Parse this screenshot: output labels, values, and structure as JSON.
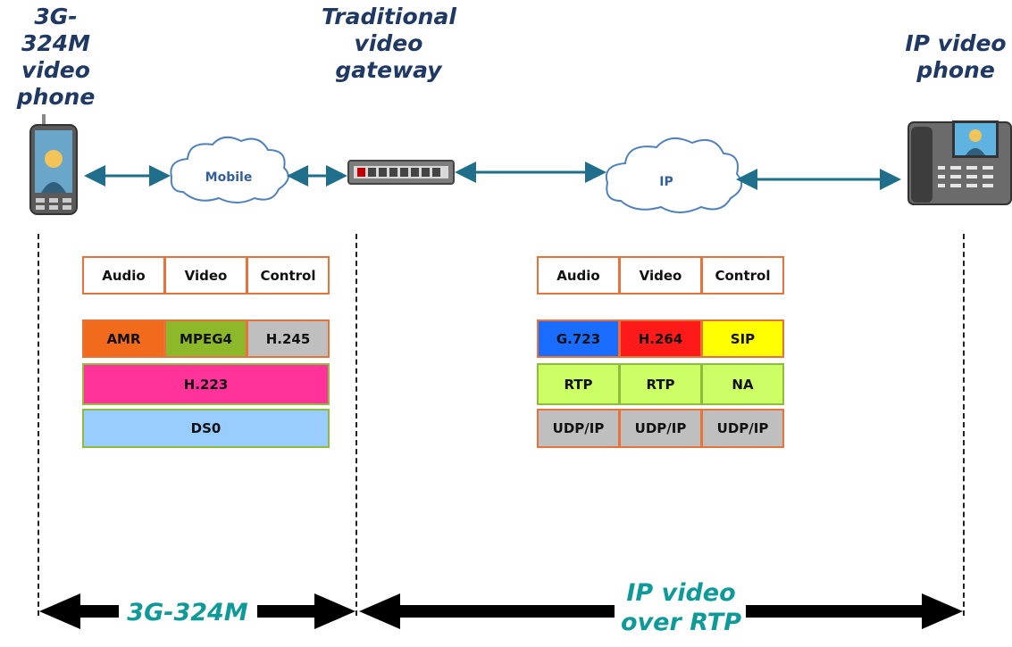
{
  "titles": {
    "mobile_phone": "3G-324M\nvideo\nphone",
    "gateway": "Traditional\nvideo\ngateway",
    "ip_phone": "IP video\nphone"
  },
  "clouds": {
    "mobile": "Mobile",
    "ip": "IP"
  },
  "left_stack": {
    "headers": [
      "Audio",
      "Video",
      "Control"
    ],
    "row1": [
      "AMR",
      "MPEG4",
      "H.245"
    ],
    "row2": "H.223",
    "row3": "DS0"
  },
  "right_stack": {
    "headers": [
      "Audio",
      "Video",
      "Control"
    ],
    "row1": [
      "G.723",
      "H.264",
      "SIP"
    ],
    "row2": [
      "RTP",
      "RTP",
      "NA"
    ],
    "row3": [
      "UDP/IP",
      "UDP/IP",
      "UDP/IP"
    ]
  },
  "bottom": {
    "left": "3G-324M",
    "right": "IP video\nover RTP"
  },
  "colors": {
    "title": "#1f3864",
    "arrow": "#1f6e8c",
    "cloud_stroke": "#4f81bd",
    "bottom_label": "#0f9a9a",
    "amr": "#f26a1b",
    "mpeg4": "#8cb82a",
    "h245": "#bfbfbf",
    "h223": "#ff3399",
    "ds0": "#99ccff",
    "g723": "#1a6cff",
    "h264": "#ff1a1a",
    "sip": "#ffff00",
    "rtp": "#ccff66",
    "udp": "#bfbfbf",
    "header_border": "#e8733a",
    "green_border": "#8fbc3a"
  },
  "icons": [
    "mobile-phone-icon",
    "gateway-device-icon",
    "ip-desk-phone-icon",
    "cloud-icon"
  ]
}
